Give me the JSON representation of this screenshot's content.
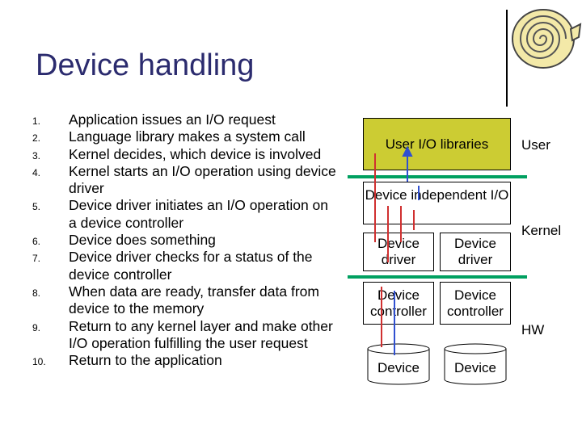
{
  "title": "Device handling",
  "steps": [
    {
      "num": "1.",
      "text": "Application issues an I/O request"
    },
    {
      "num": "2.",
      "text": "Language library makes a system call"
    },
    {
      "num": "3.",
      "text": "Kernel decides, which device is involved"
    },
    {
      "num": "4.",
      "text": "Kernel starts an I/O operation using device driver"
    },
    {
      "num": "5.",
      "text": "Device driver initiates an I/O operation on a device controller"
    },
    {
      "num": "6.",
      "text": "Device does something"
    },
    {
      "num": "7.",
      "text": "Device driver checks for a status of the device controller"
    },
    {
      "num": "8.",
      "text": "When data are ready, transfer data from device to the memory"
    },
    {
      "num": "9.",
      "text": "Return to any kernel layer and make other I/O operation fulfilling the user request"
    },
    {
      "num": "10.",
      "text": "Return to the application"
    }
  ],
  "diagram": {
    "user_libraries": "User I/O libraries",
    "device_independent": "Device independent I/O",
    "driver_left": "Device driver",
    "driver_right": "Device driver",
    "controller_left": "Device controller",
    "controller_right": "Device controller",
    "device_left": "Device",
    "device_right": "Device",
    "label_user": "User",
    "label_kernel": "Kernel",
    "label_hw": "HW"
  },
  "colors": {
    "title": "#2b2b6e",
    "user_box": "#cccc33",
    "layer_line": "#00a060",
    "down_arrow": "#d03030",
    "up_arrow": "#3050d0"
  },
  "logo_icon": "spiral-scroll-icon"
}
